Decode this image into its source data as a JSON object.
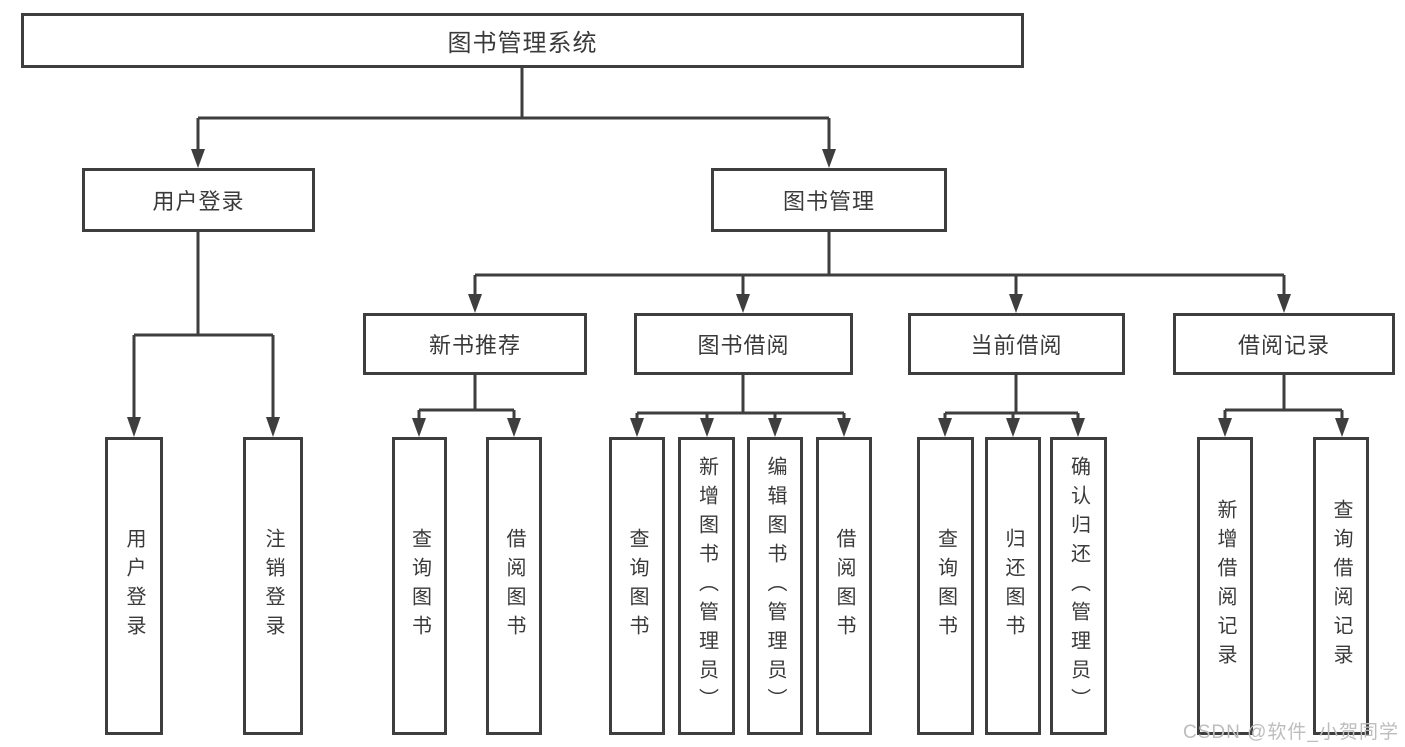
{
  "tree": {
    "root": "图书管理系统",
    "user_login": {
      "label": "用户登录",
      "children": [
        "用户登录",
        "注销登录"
      ]
    },
    "book_mgmt": {
      "label": "图书管理",
      "sections": [
        {
          "label": "新书推荐",
          "children": [
            "查询图书",
            "借阅图书"
          ]
        },
        {
          "label": "图书借阅",
          "children": [
            "查询图书",
            "新增图书（管理员）",
            "编辑图书（管理员）",
            "借阅图书"
          ]
        },
        {
          "label": "当前借阅",
          "children": [
            "查询图书",
            "归还图书",
            "确认归还（管理员）"
          ]
        },
        {
          "label": "借阅记录",
          "children": [
            "新增借阅记录",
            "查询借阅记录"
          ]
        }
      ]
    }
  },
  "watermark": "CSDN @软件_小贺同学",
  "colors": {
    "line": "#3e3e3e",
    "box_border": "#3e3e3e",
    "text": "#3a3a3a",
    "watermark": "#bdbdbd",
    "background": "#ffffff"
  }
}
